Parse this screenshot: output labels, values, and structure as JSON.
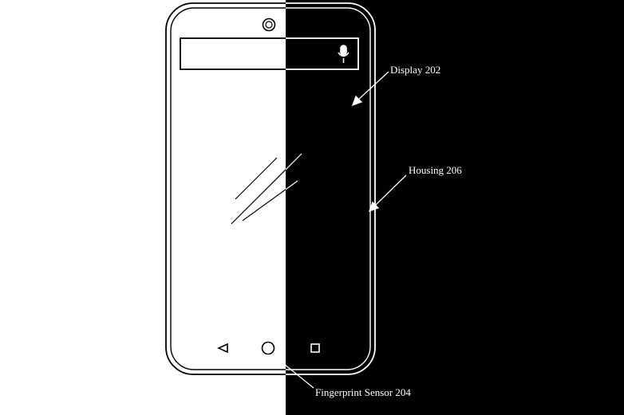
{
  "figure": {
    "background": {
      "left": "#ffffff",
      "right": "#000000"
    },
    "line_color_light": "#000000",
    "line_color_dark": "#ffffff",
    "callouts": {
      "display": "Display 202",
      "housing": "Housing 206",
      "fingerprint_sensor": "Fingerprint Sensor 204"
    },
    "icons": {
      "front_camera": "camera-icon",
      "microphone": "microphone-icon",
      "back": "back-triangle-icon",
      "home": "home-circle-icon",
      "recents": "recents-square-icon"
    }
  }
}
